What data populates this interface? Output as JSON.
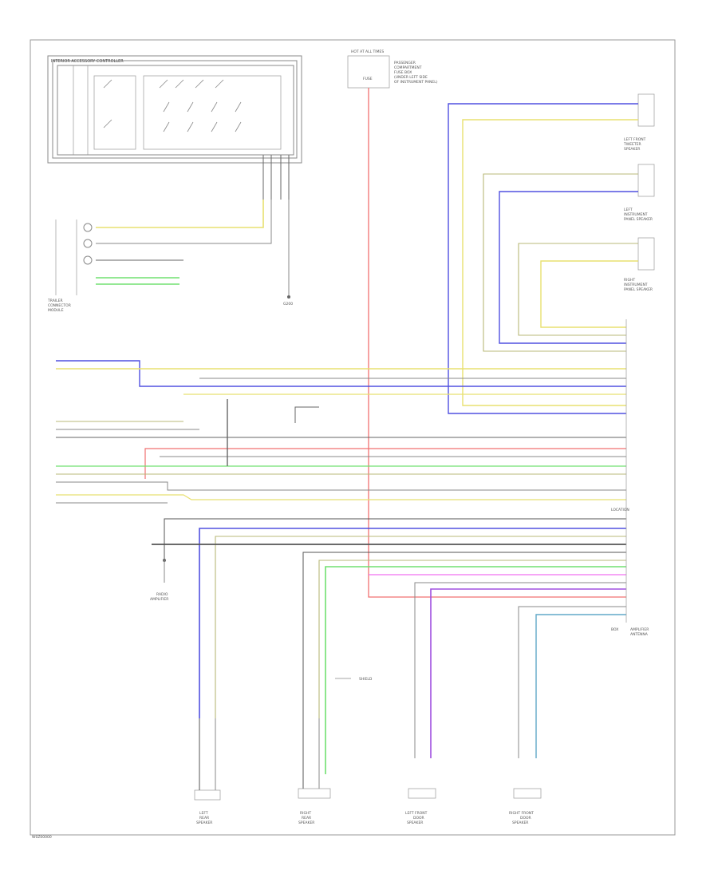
{
  "diagram": {
    "footer_code": "W0Z00000",
    "controller_label": "INTERIOR ACCESSORY CONTROLLER",
    "power_feed_label": "HOT AT ALL TIMES",
    "fuse_label": "FUSE",
    "fuse_note_lines": [
      "PASSENGER",
      "COMPARTMENT",
      "FUSE BOX",
      "(UNDER LEFT SIDE",
      "OF INSTRUMENT PANEL)"
    ],
    "connector_label_lines": [
      "TRAILER",
      "CONNECTOR",
      "MODULE"
    ],
    "ground_label": "G200",
    "radio_label_lines": [
      "RADIO",
      "AMPLIFIER"
    ],
    "antenna_label_lines": [
      "AMPLIFIER",
      "ANTENNA"
    ],
    "front_speaker_labels": [
      [
        "LEFT FRONT",
        "TWEETER",
        "SPEAKER"
      ],
      [
        "LEFT",
        "INSTRUMENT",
        "PANEL SPEAKER"
      ],
      [
        "RIGHT",
        "INSTRUMENT",
        "PANEL SPEAKER"
      ]
    ],
    "bottom_speaker_labels": [
      [
        "LEFT",
        "REAR",
        "SPEAKER"
      ],
      [
        "RIGHT",
        "REAR",
        "SPEAKER"
      ],
      [
        "LEFT FRONT",
        "DOOR",
        "SPEAKER"
      ],
      [
        "RIGHT FRONT",
        "DOOR",
        "SPEAKER"
      ]
    ],
    "module_bottom_label_lines": [
      "LOCATION",
      "BOX"
    ],
    "shield_label": "SHIELD",
    "colors": {
      "yellow": "#e8e070",
      "blue": "#5050e0",
      "red": "#f07070",
      "green": "#70e070",
      "pink": "#f070f0",
      "purple": "#a050e0",
      "teal": "#60a8c8",
      "dark": "#555555",
      "olive": "#b8b878",
      "grey": "#999999"
    }
  }
}
